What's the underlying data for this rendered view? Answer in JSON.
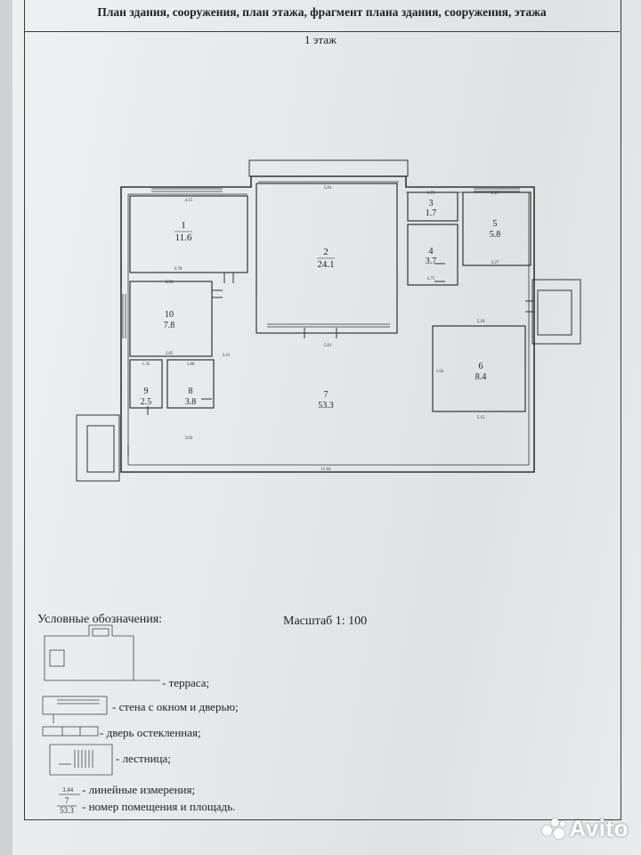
{
  "document": {
    "title": "План здания, сооружения, план этажа, фрагмент плана здания, сооружения, этажа",
    "floor": "1 этаж",
    "scale": "Масштаб 1: 100"
  },
  "rooms": [
    {
      "number": "1",
      "area": "11.6"
    },
    {
      "number": "2",
      "area": "24.1"
    },
    {
      "number": "3",
      "area": "1.7"
    },
    {
      "number": "4",
      "area": "3.7"
    },
    {
      "number": "5",
      "area": "5.8"
    },
    {
      "number": "6",
      "area": "8.4"
    },
    {
      "number": "7",
      "area": "53.3"
    },
    {
      "number": "8",
      "area": "3.8"
    },
    {
      "number": "9",
      "area": "2.5"
    },
    {
      "number": "10",
      "area": "7.8"
    }
  ],
  "dimensions": {
    "d_r1_top": "4.15",
    "d_r1_bottom": "3.78",
    "d_r2_top": "5.81",
    "d_r2_bottom": "5.81",
    "d_r3_top": "1.75",
    "d_r5_top": "2.17",
    "d_r5_bottom": "2.27",
    "d_r4_bottom": "1.75",
    "d_r10_top": "2.53",
    "d_r10_bottom": "2.85",
    "d_r6_top": "5.18",
    "d_r6_bottom": "5.15",
    "d_r9_top": "1.35",
    "d_r8_top": "1.80",
    "d_r8_bottom": "3.02",
    "d_r7_bottom": "15.04",
    "d_r7_side": "3.41",
    "d_r6_side": "1.62"
  },
  "legend": {
    "title": "Условные обозначения:",
    "items": [
      "- терраса;",
      "- стена с окном и дверью;",
      "- дверь остекленная;",
      "- лестница;",
      "- линейные измерения;",
      "- номер помещения и площадь."
    ],
    "sample_dimension": "3.44",
    "sample_room_number": "7",
    "sample_room_area": "53.3"
  },
  "watermark": "Avito"
}
